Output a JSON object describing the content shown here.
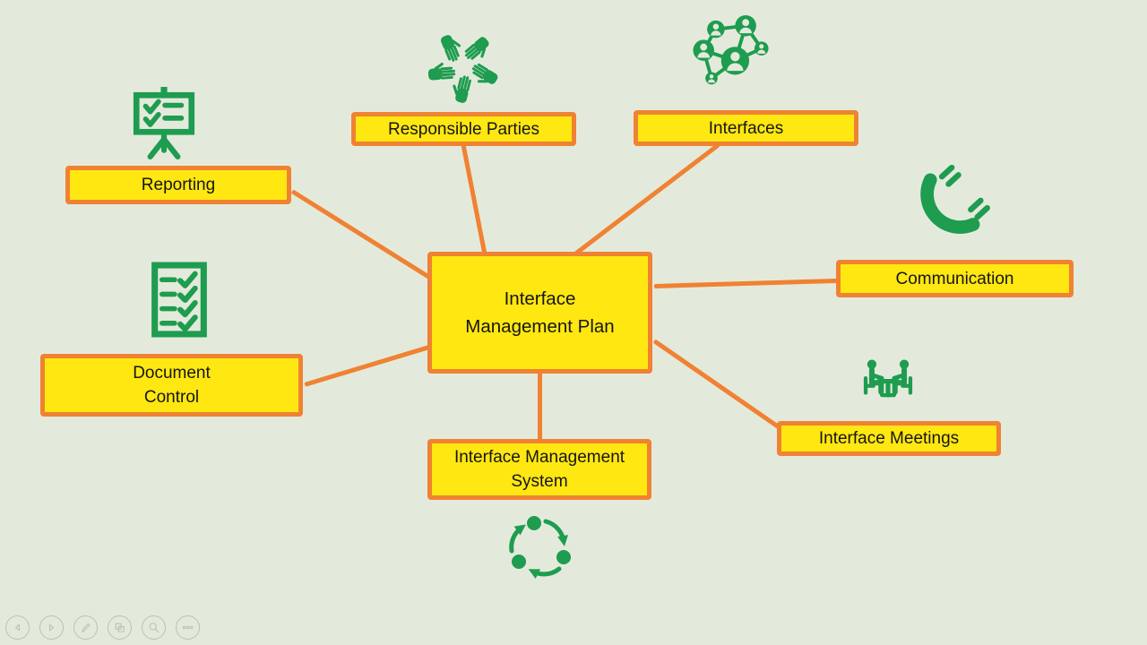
{
  "colors": {
    "bg": "#E4EADB",
    "node_fill": "#FFE711",
    "node_border": "#EF8233",
    "connector": "#EF8233",
    "icon_green": "#1E9C50",
    "text": "#161616",
    "control_outline": "#AFB9A4"
  },
  "diagram": {
    "type": "radial-mind-map",
    "center": {
      "label": "Interface\nManagement Plan"
    },
    "nodes": [
      {
        "id": "reporting",
        "label": "Reporting",
        "icon": "easel-checklist-icon"
      },
      {
        "id": "responsible-parties",
        "label": "Responsible Parties",
        "icon": "hands-together-icon"
      },
      {
        "id": "interfaces",
        "label": "Interfaces",
        "icon": "people-network-icon"
      },
      {
        "id": "communication",
        "label": "Communication",
        "icon": "phone-icon"
      },
      {
        "id": "interface-meetings",
        "label": "Interface Meetings",
        "icon": "meeting-table-icon"
      },
      {
        "id": "interface-management-system",
        "label": "Interface Management\nSystem",
        "icon": "cycle-arrows-icon"
      },
      {
        "id": "document-control",
        "label": "Document\nControl",
        "icon": "checklist-document-icon"
      }
    ]
  },
  "toolbar": {
    "buttons": [
      {
        "id": "previous-slide",
        "icon": "chevron-left-icon"
      },
      {
        "id": "next-slide",
        "icon": "chevron-right-icon"
      },
      {
        "id": "pen-tools",
        "icon": "pen-icon"
      },
      {
        "id": "see-all-slides",
        "icon": "slides-grid-icon"
      },
      {
        "id": "zoom-slide",
        "icon": "magnifier-icon"
      },
      {
        "id": "more-options",
        "icon": "ellipsis-icon"
      }
    ]
  }
}
